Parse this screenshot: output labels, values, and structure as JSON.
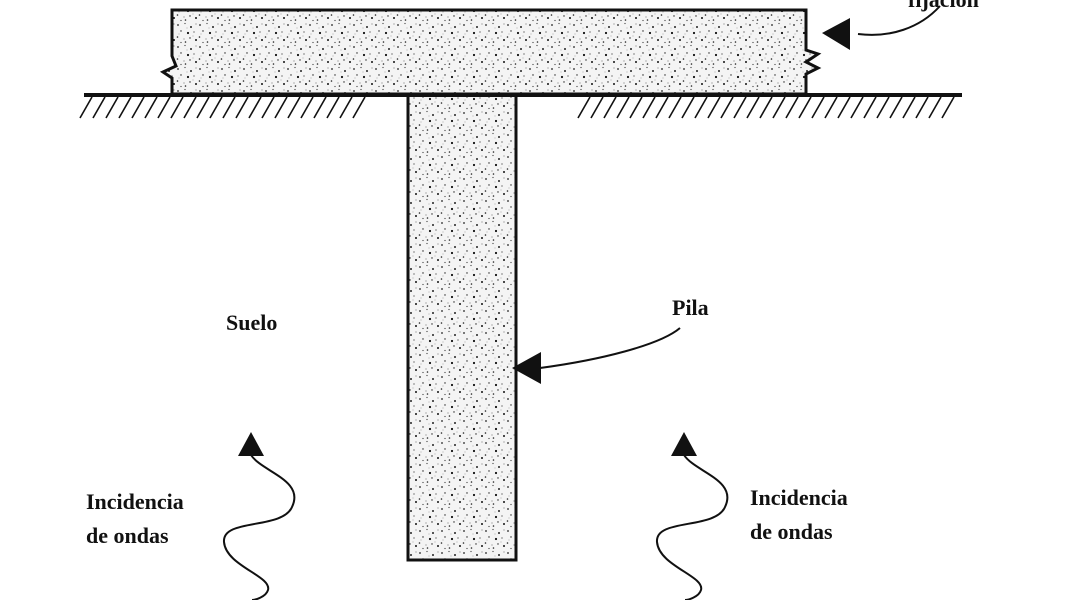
{
  "labels": {
    "top_right": "fijación",
    "pile": "Pila",
    "soil": "Suelo",
    "waves_left_line1": "Incidencia",
    "waves_left_line2": "de ondas",
    "waves_right_line1": "Incidencia",
    "waves_right_line2": "de ondas"
  },
  "colors": {
    "ink": "#111111",
    "concrete_fill": "#f4f4f4",
    "background": "#ffffff"
  }
}
